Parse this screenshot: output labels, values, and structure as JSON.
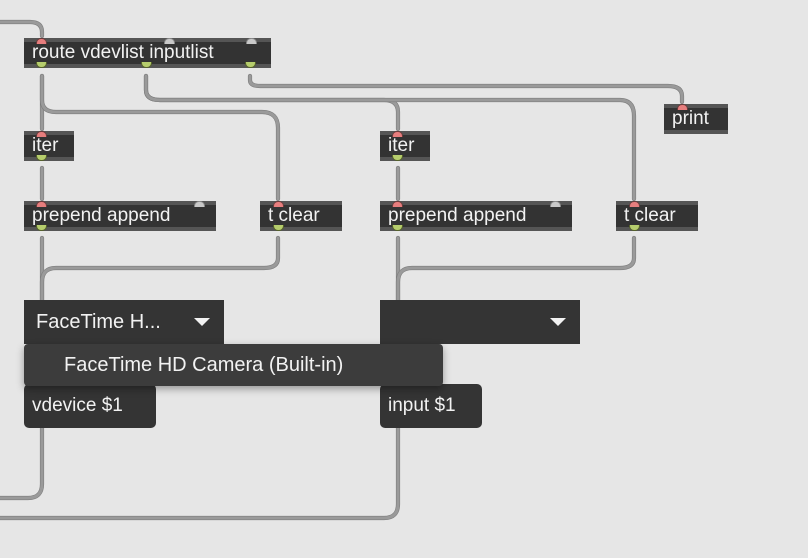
{
  "objects": {
    "route": "route vdevlist inputlist",
    "print": "print",
    "iter_left": "iter",
    "iter_right": "iter",
    "prepend_left": "prepend append",
    "prepend_right": "prepend append",
    "tclear_left": "t clear",
    "tclear_right": "t clear"
  },
  "menus": {
    "video_device": {
      "selected": "FaceTime H..."
    },
    "input_device": {
      "selected": ""
    }
  },
  "popup": {
    "items": [
      "FaceTime HD Camera (Built-in)"
    ]
  },
  "messages": {
    "vdevice": "vdevice $1",
    "input": "input $1"
  },
  "colors": {
    "canvas": "#e6e6e6",
    "object": "#333333",
    "inlet": "#e77e7e",
    "outlet": "#b6cd6d",
    "cord": "#9a9a9a"
  }
}
